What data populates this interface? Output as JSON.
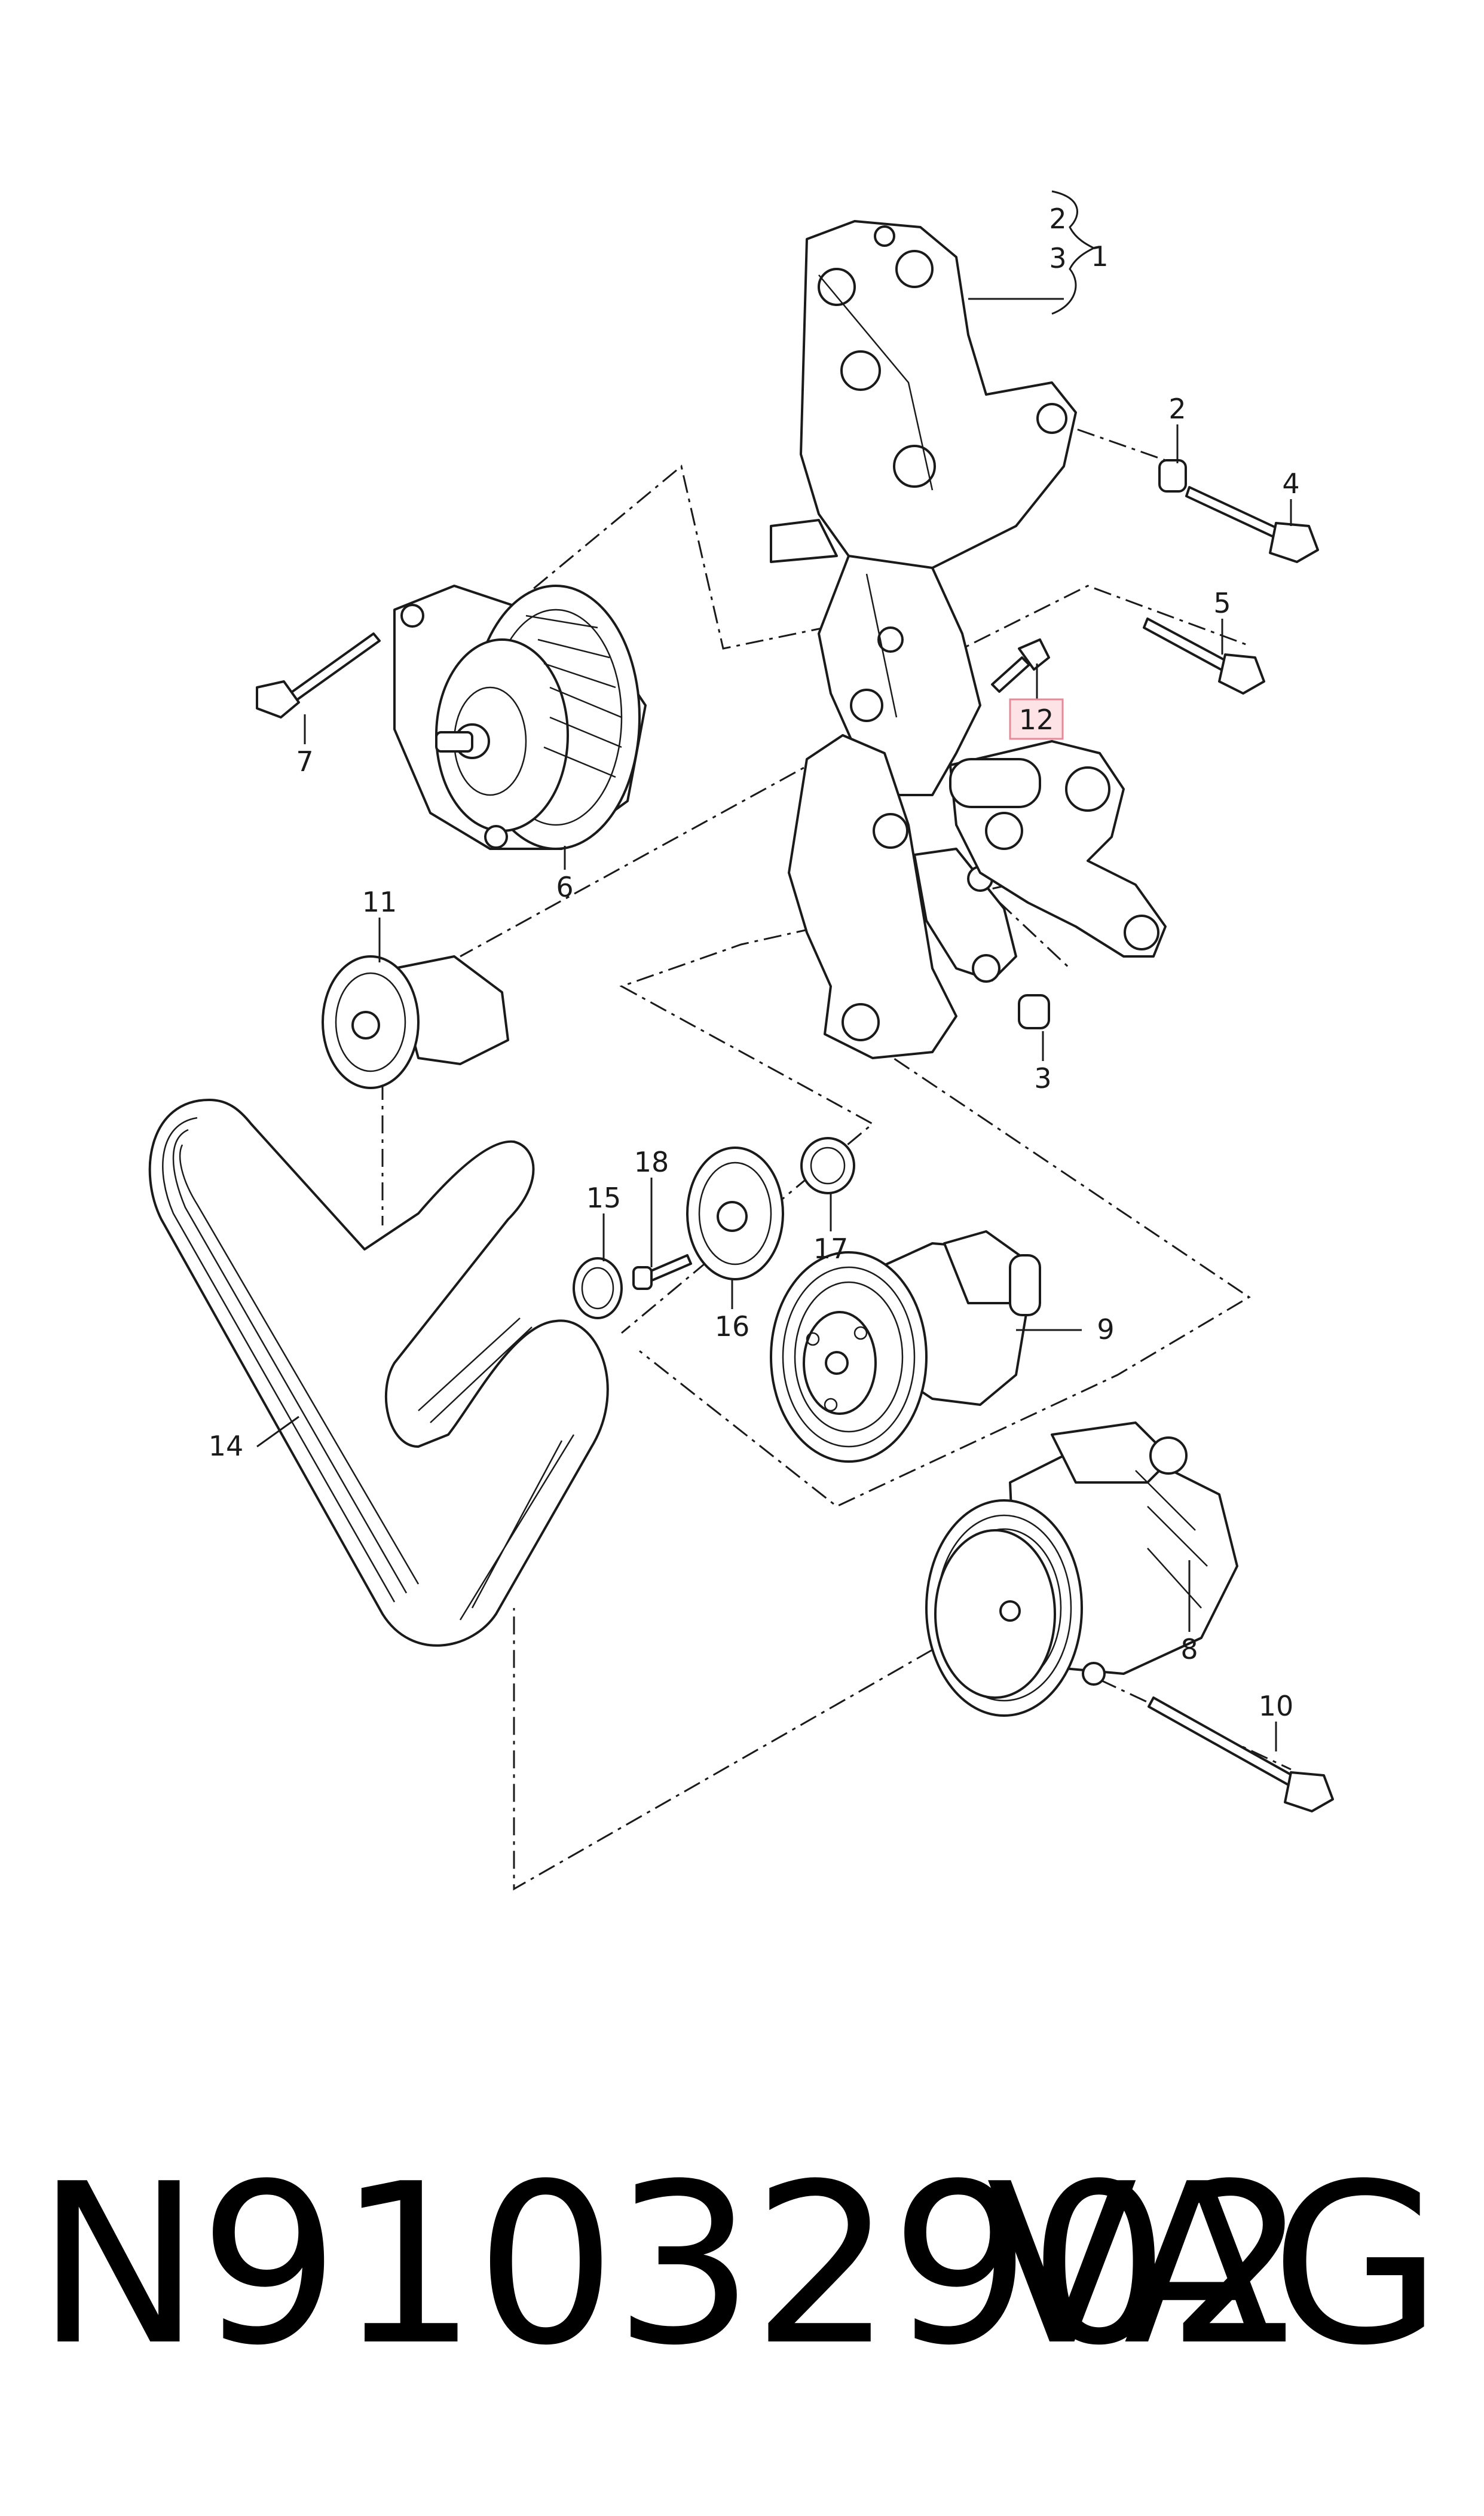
{
  "diagram": {
    "callouts": [
      {
        "id": "c1",
        "text": "1"
      },
      {
        "id": "c2a",
        "text": "2"
      },
      {
        "id": "c3a",
        "text": "3"
      },
      {
        "id": "c2b",
        "text": "2"
      },
      {
        "id": "c4",
        "text": "4"
      },
      {
        "id": "c5",
        "text": "5"
      },
      {
        "id": "c12",
        "text": "12"
      },
      {
        "id": "c7",
        "text": "7"
      },
      {
        "id": "c6",
        "text": "6"
      },
      {
        "id": "c11",
        "text": "11"
      },
      {
        "id": "c3b",
        "text": "3"
      },
      {
        "id": "c18",
        "text": "18"
      },
      {
        "id": "c15",
        "text": "15"
      },
      {
        "id": "c17",
        "text": "17"
      },
      {
        "id": "c16",
        "text": "16"
      },
      {
        "id": "c9",
        "text": "9"
      },
      {
        "id": "c14",
        "text": "14"
      },
      {
        "id": "c8",
        "text": "8"
      },
      {
        "id": "c10",
        "text": "10"
      }
    ],
    "highlighted_callout": "12",
    "highlight_color": "#fde3e6"
  },
  "footer": {
    "part_number": "N91032902",
    "brand": "VAG"
  }
}
